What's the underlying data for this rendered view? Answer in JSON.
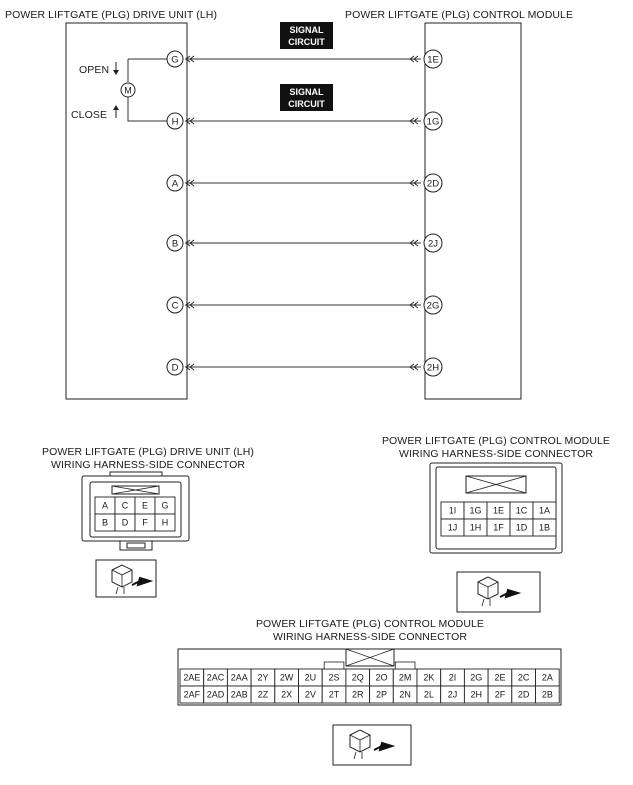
{
  "header": {
    "left_title": "POWER LIFTGATE (PLG) DRIVE UNIT (LH)",
    "right_title": "POWER LIFTGATE (PLG) CONTROL MODULE"
  },
  "badges": [
    "SIGNAL CIRCUIT",
    "SIGNAL CIRCUIT"
  ],
  "badge_lines": [
    [
      "SIGNAL",
      "CIRCUIT"
    ],
    [
      "SIGNAL",
      "CIRCUIT"
    ]
  ],
  "motor": {
    "symbol": "M",
    "open_label": "OPEN",
    "close_label": "CLOSE"
  },
  "wires": [
    {
      "left_pin": "G",
      "right_pin": "1E"
    },
    {
      "left_pin": "H",
      "right_pin": "1G"
    },
    {
      "left_pin": "A",
      "right_pin": "2D"
    },
    {
      "left_pin": "B",
      "right_pin": "2J"
    },
    {
      "left_pin": "C",
      "right_pin": "2G"
    },
    {
      "left_pin": "D",
      "right_pin": "2H"
    }
  ],
  "connector_drive_unit": {
    "title_line1": "POWER LIFTGATE (PLG) DRIVE UNIT (LH)",
    "title_line2": "WIRING HARNESS-SIDE CONNECTOR",
    "rows": [
      [
        "A",
        "C",
        "E",
        "G"
      ],
      [
        "B",
        "D",
        "F",
        "H"
      ]
    ]
  },
  "connector_module_1": {
    "title_line1": "POWER LIFTGATE (PLG) CONTROL MODULE",
    "title_line2": "WIRING HARNESS-SIDE CONNECTOR",
    "rows": [
      [
        "1I",
        "1G",
        "1E",
        "1C",
        "1A"
      ],
      [
        "1J",
        "1H",
        "1F",
        "1D",
        "1B"
      ]
    ]
  },
  "connector_module_2": {
    "title_line1": "POWER LIFTGATE (PLG) CONTROL MODULE",
    "title_line2": "WIRING HARNESS-SIDE CONNECTOR",
    "rows": [
      [
        "2AE",
        "2AC",
        "2AA",
        "2Y",
        "2W",
        "2U",
        "2S",
        "2Q",
        "2O",
        "2M",
        "2K",
        "2I",
        "2G",
        "2E",
        "2C",
        "2A"
      ],
      [
        "2AF",
        "2AD",
        "2AB",
        "2Z",
        "2X",
        "2V",
        "2T",
        "2R",
        "2P",
        "2N",
        "2L",
        "2J",
        "2H",
        "2F",
        "2D",
        "2B"
      ]
    ]
  }
}
